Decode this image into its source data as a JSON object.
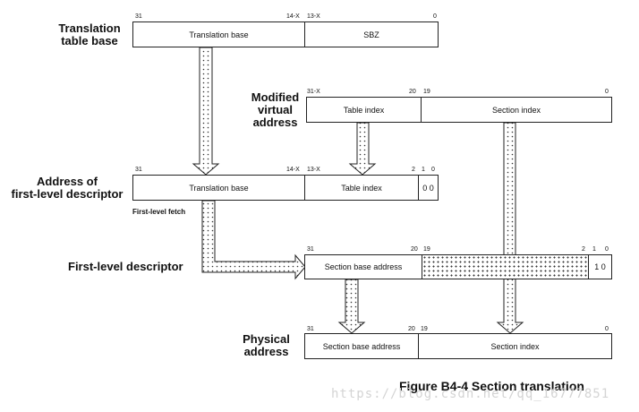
{
  "labels": {
    "translation_table_base": [
      "Translation",
      "table base"
    ],
    "modified_virtual_address": [
      "Modified",
      "virtual",
      "address"
    ],
    "address_first_level": [
      "Address of",
      "first-level descriptor"
    ],
    "first_level_descriptor": "First-level descriptor",
    "physical_address": [
      "Physical",
      "address"
    ]
  },
  "ttb_register": {
    "fields": [
      "Translation base",
      "SBZ"
    ],
    "bits": {
      "b31": "31",
      "b14x": "14-X",
      "b13x": "13-X",
      "b0": "0"
    }
  },
  "mva": {
    "fields": [
      "Table index",
      "Section index"
    ],
    "bits": {
      "b31x": "31-X",
      "b20": "20",
      "b19": "19",
      "b0": "0"
    }
  },
  "first_level_addr": {
    "fields": [
      "Translation base",
      "Table index",
      "0 0"
    ],
    "bits": {
      "b31": "31",
      "b14x": "14-X",
      "b13x": "13-X",
      "b2": "2",
      "b1": "1",
      "b0": "0"
    }
  },
  "first_level_fetch": "First-level fetch",
  "descriptor": {
    "fields": [
      "Section base address",
      "",
      "1 0"
    ],
    "bits": {
      "b31": "31",
      "b20": "20",
      "b19": "19",
      "b2": "2",
      "b1": "1",
      "b0": "0"
    }
  },
  "physical": {
    "fields": [
      "Section base address",
      "Section index"
    ],
    "bits": {
      "b31": "31",
      "b20": "20",
      "b19": "19",
      "b0": "0"
    }
  },
  "caption": "Figure B4-4 Section translation",
  "watermark": "https://blog.csdn.net/qq_16777851"
}
